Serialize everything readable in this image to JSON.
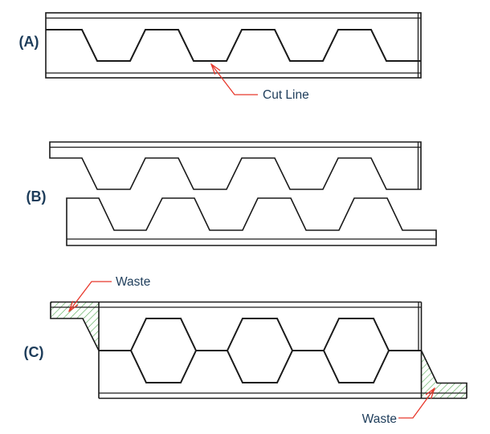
{
  "panels": {
    "a": {
      "label": "(A)",
      "cut_line_label": "Cut Line"
    },
    "b": {
      "label": "(B)"
    },
    "c": {
      "label": "(C)",
      "waste_label_top": "Waste",
      "waste_label_bottom": "Waste"
    }
  },
  "colors": {
    "background": "#ffffff",
    "drawing_line": "#1a1a1a",
    "label_text": "#1d3c5a",
    "leader_red": "#e8372b",
    "hatch_green": "#57ab57"
  }
}
